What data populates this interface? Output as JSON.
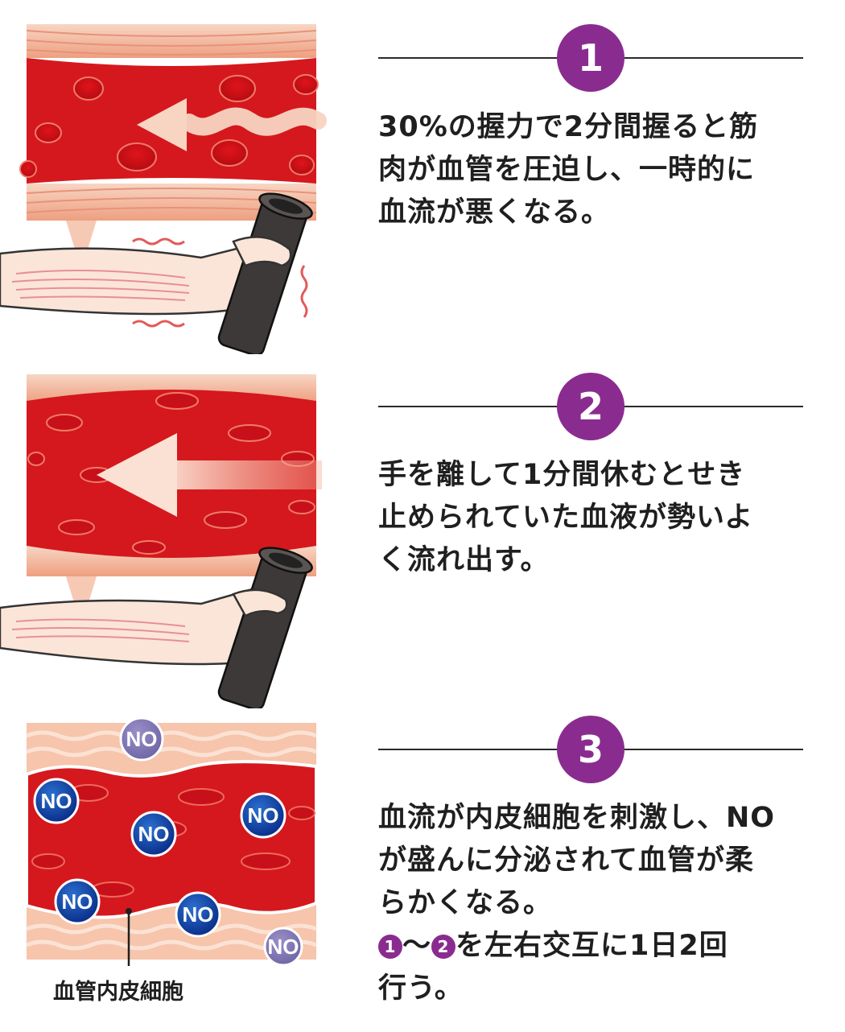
{
  "steps": [
    {
      "number": "1",
      "text_lines": [
        "30%の握力で2分間握ると筋",
        "肉が血管を圧迫し、一時的に",
        "血流が悪くなる。"
      ]
    },
    {
      "number": "2",
      "text_lines": [
        "手を離して1分間休むとせき",
        "止められていた血液が勢いよ",
        "く流れ出す。"
      ]
    },
    {
      "number": "3",
      "text_lines": [
        "血流が内皮細胞を刺激し、NO",
        "が盛んに分泌されて血管が柔",
        "らかくなる。"
      ],
      "note": {
        "badge_a": "1",
        "connector": "～",
        "badge_b": "2",
        "line1_rest": "を左右交互に1日2回",
        "line2": "行う。"
      },
      "caption": "血管内皮細胞",
      "no_label": "NO"
    }
  ],
  "colors": {
    "accent": "#8a2c8f",
    "blood": "#d4161c",
    "vessel_wall": "#f3c1a6",
    "grip": "#3d3938"
  }
}
